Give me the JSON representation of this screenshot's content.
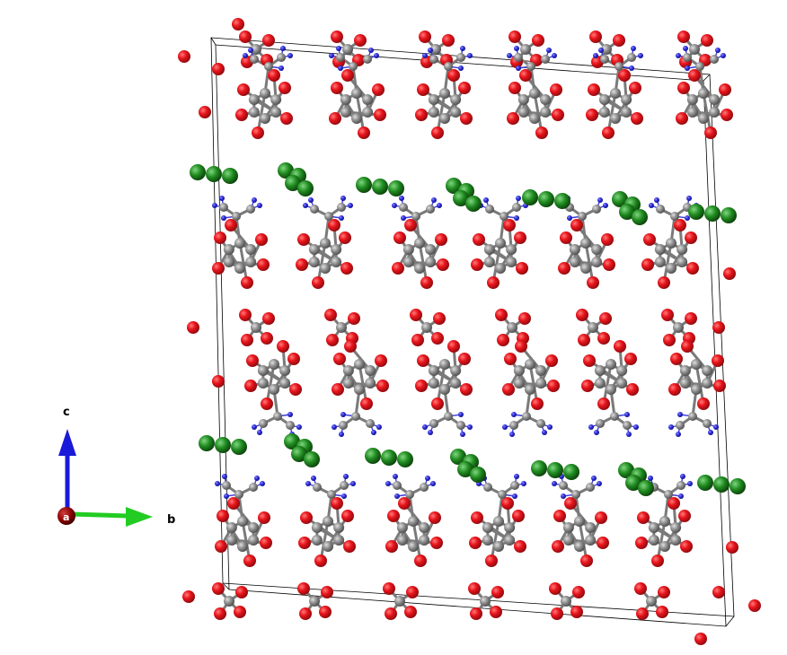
{
  "viewer": {
    "title": "",
    "background": "#ffffff"
  },
  "axes": {
    "a_label": "a",
    "b_label": "b",
    "c_label": "c",
    "a_color": "#8b0000",
    "b_color": "#22cc22",
    "c_color": "#1a1ad8"
  },
  "atom_colors": {
    "oxygen": "#e8141b",
    "carbon": "#8c8c8c",
    "nitrogen": "#2a2ad6",
    "chlorine": "#1f8a1f"
  },
  "unit_cell": {
    "visible": true,
    "edge_color": "#000000"
  }
}
